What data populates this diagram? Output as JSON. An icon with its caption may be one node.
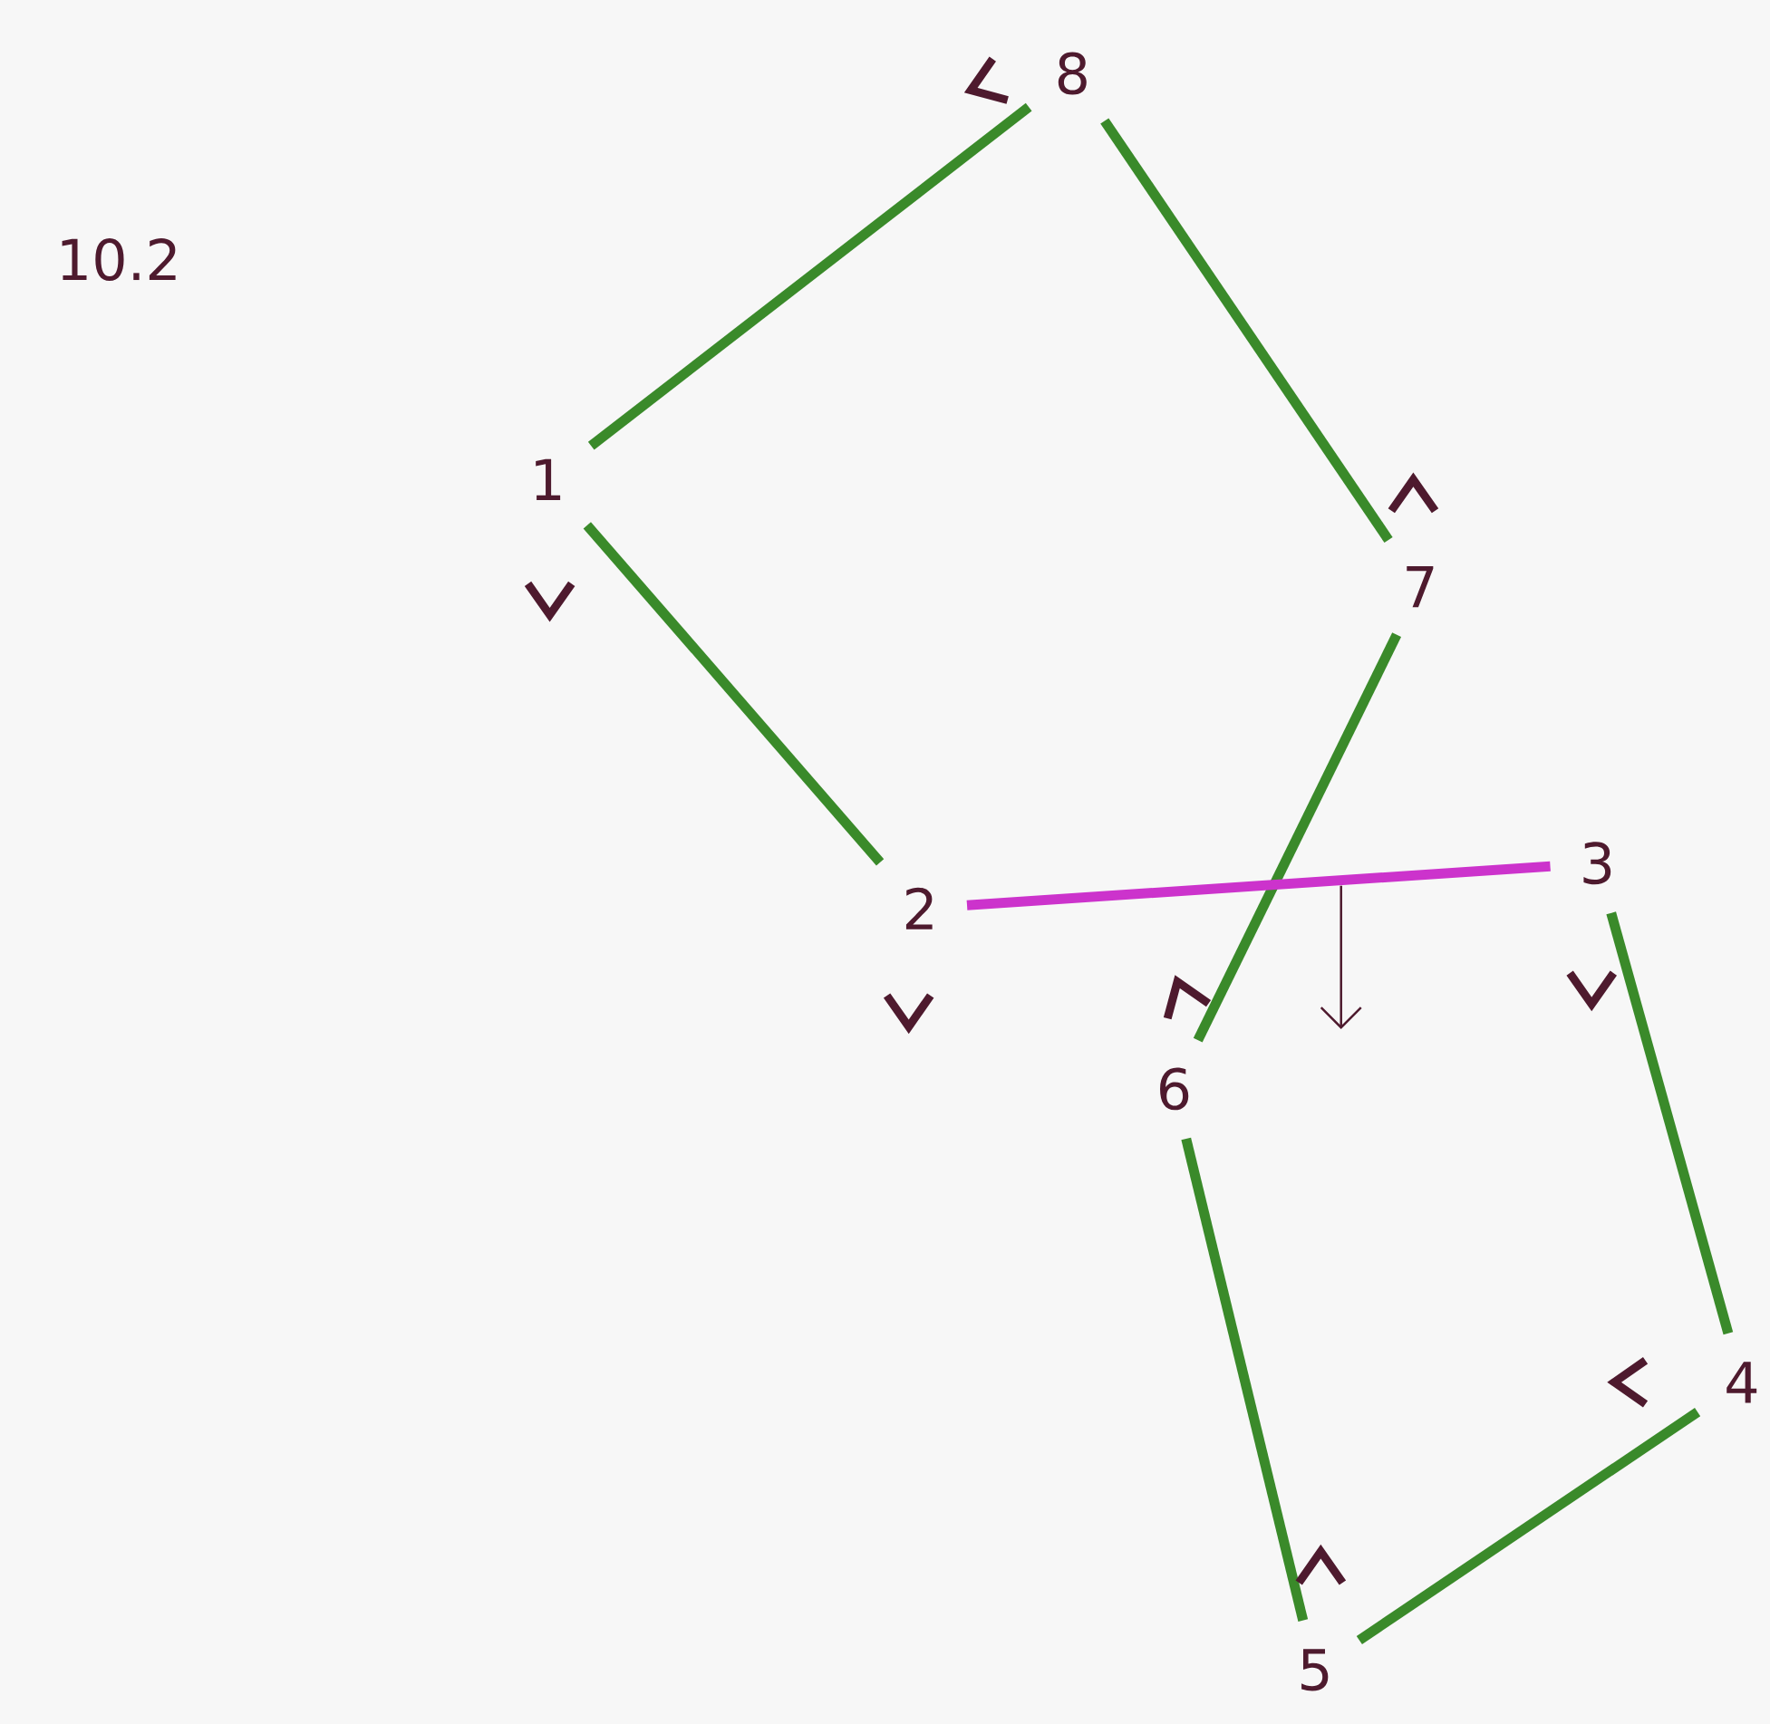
{
  "diagram": {
    "nodes": [
      {
        "text": [
          "1"
        ]
      },
      {
        "text": [
          "2"
        ]
      },
      {
        "text": [
          "3"
        ]
      },
      {
        "text": [
          "4"
        ]
      },
      {
        "text": [
          "5"
        ]
      },
      {
        "text": [
          "6"
        ]
      },
      {
        "text": [
          "7"
        ]
      },
      {
        "text": [
          "8"
        ]
      }
    ],
    "edges": [
      {
        "from": 0,
        "to": 7,
        "arrow": "none"
      },
      {
        "from": 7,
        "to": 6,
        "arrow": "none"
      },
      {
        "from": 0,
        "to": 1,
        "arrow": "none"
      },
      {
        "from": 6,
        "to": 5,
        "arrow": "none"
      },
      {
        "from": 1,
        "to": 2,
        "arrow": "none",
        "color": "#cc33cc"
      },
      {
        "from": 2,
        "to": 3,
        "arrow": "none"
      },
      {
        "from": 3,
        "to": 4,
        "arrow": "none"
      },
      {
        "from": 5,
        "to": 4,
        "arrow": "none"
      }
    ],
    "labels": [
      "10.2"
    ]
  }
}
